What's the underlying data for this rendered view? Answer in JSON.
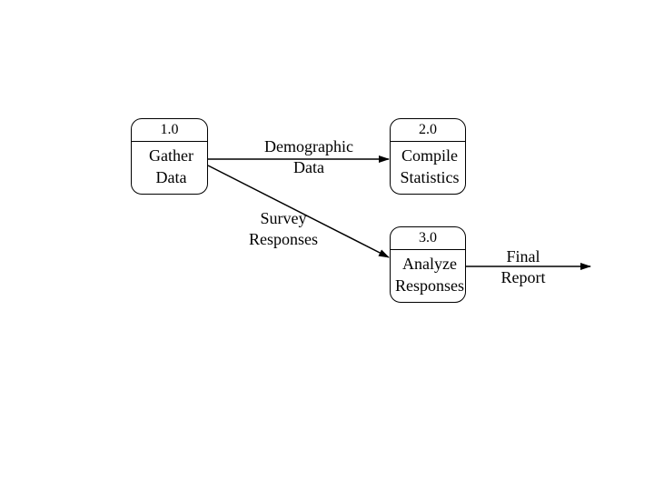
{
  "processes": [
    {
      "number": "1.0",
      "name_line1": "Gather",
      "name_line2": "Data"
    },
    {
      "number": "2.0",
      "name_line1": "Compile",
      "name_line2": "Statistics"
    },
    {
      "number": "3.0",
      "name_line1": "Analyze",
      "name_line2": "Responses"
    }
  ],
  "flows": [
    {
      "line1": "Demographic",
      "line2": "Data",
      "from": "1.0",
      "to": "2.0"
    },
    {
      "line1": "Survey",
      "line2": "Responses",
      "from": "1.0",
      "to": "3.0"
    },
    {
      "line1": "Final",
      "line2": "Report",
      "from": "3.0",
      "to": ""
    }
  ]
}
